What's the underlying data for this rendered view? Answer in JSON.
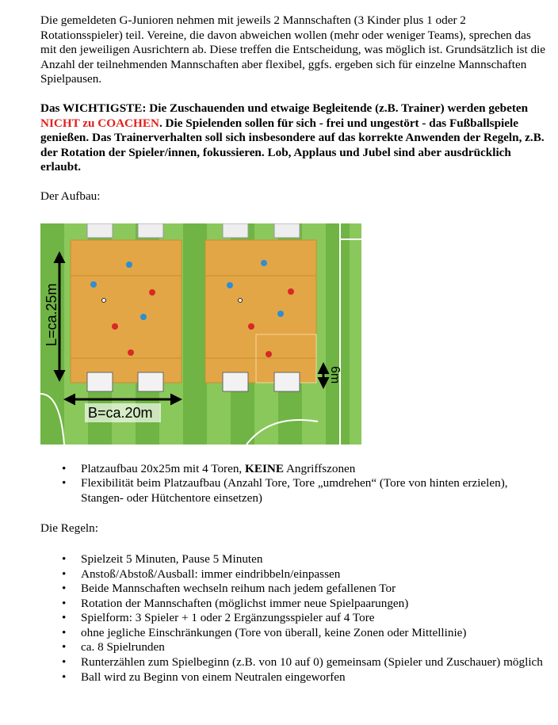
{
  "intro": "Die gemeldeten G-Junioren nehmen mit jeweils 2 Mannschaften (3 Kinder plus 1 oder 2 Rotationsspieler) teil. Vereine, die davon abweichen wollen (mehr oder weniger Teams), sprechen das mit den jeweiligen Ausrichtern ab. Diese treffen die Entscheidung, was möglich ist. Grundsätzlich ist die Anzahl der teilnehmenden Mannschaften aber flexibel, ggfs. ergeben sich für einzelne Mannschaften Spielpausen.",
  "important": {
    "part1": "Das WICHTIGSTE: Die Zuschauenden und etwaige Begleitende (z.B. Trainer) werden gebeten ",
    "highlight": "NICHT zu COACHEN",
    "part2": ". Die Spielenden sollen für sich - frei und ungestört - das Fußballspiele genießen. Das Trainerverhalten soll sich insbesondere auf das korrekte Anwenden der Regeln, z.B. der Rotation der Spieler/innen, fokussieren. Lob, Applaus und Jubel sind aber ausdrücklich erlaubt."
  },
  "setup_heading": "Der Aufbau:",
  "figure": {
    "length_label": "L=ca.25m",
    "width_label": "B=ca.20m",
    "goal_distance_label": "6m"
  },
  "setup_list": [
    {
      "pre": "Platzaufbau 20x25m mit 4 Toren, ",
      "bold": "KEINE",
      "post": " Angriffszonen"
    },
    {
      "pre": "Flexibilität beim Platzaufbau (Anzahl Tore, Tore „umdrehen“ (Tore von hinten erzielen), Stangen- oder Hütchentore einsetzen)",
      "bold": "",
      "post": ""
    }
  ],
  "rules_heading": "Die Regeln:",
  "rules_list": [
    "Spielzeit 5 Minuten, Pause 5 Minuten",
    "Anstoß/Abstoß/Ausball: immer eindribbeln/einpassen",
    "Beide Mannschaften wechseln reihum nach jedem gefallenen Tor",
    "Rotation der Mannschaften (möglichst immer neue Spielpaarungen)",
    "Spielform: 3 Spieler + 1 oder 2 Ergänzungsspieler auf 4 Tore",
    "ohne jegliche Einschränkungen (Tore von überall, keine Zonen oder Mittellinie)",
    "ca. 8 Spielrunden",
    "Runterzählen zum Spielbeginn (z.B. von 10 auf 0) gemeinsam (Spieler und Zuschauer) möglich",
    "Ball wird zu Beginn von einem Neutralen eingeworfen"
  ],
  "bullet_char": "•",
  "colors": {
    "highlight": "#e0201c",
    "field_orange": "#e3a646",
    "grass_light": "#8ac85c",
    "grass_dark": "#6fb444",
    "red_player": "#d62a24",
    "blue_player": "#2f8ed0"
  }
}
